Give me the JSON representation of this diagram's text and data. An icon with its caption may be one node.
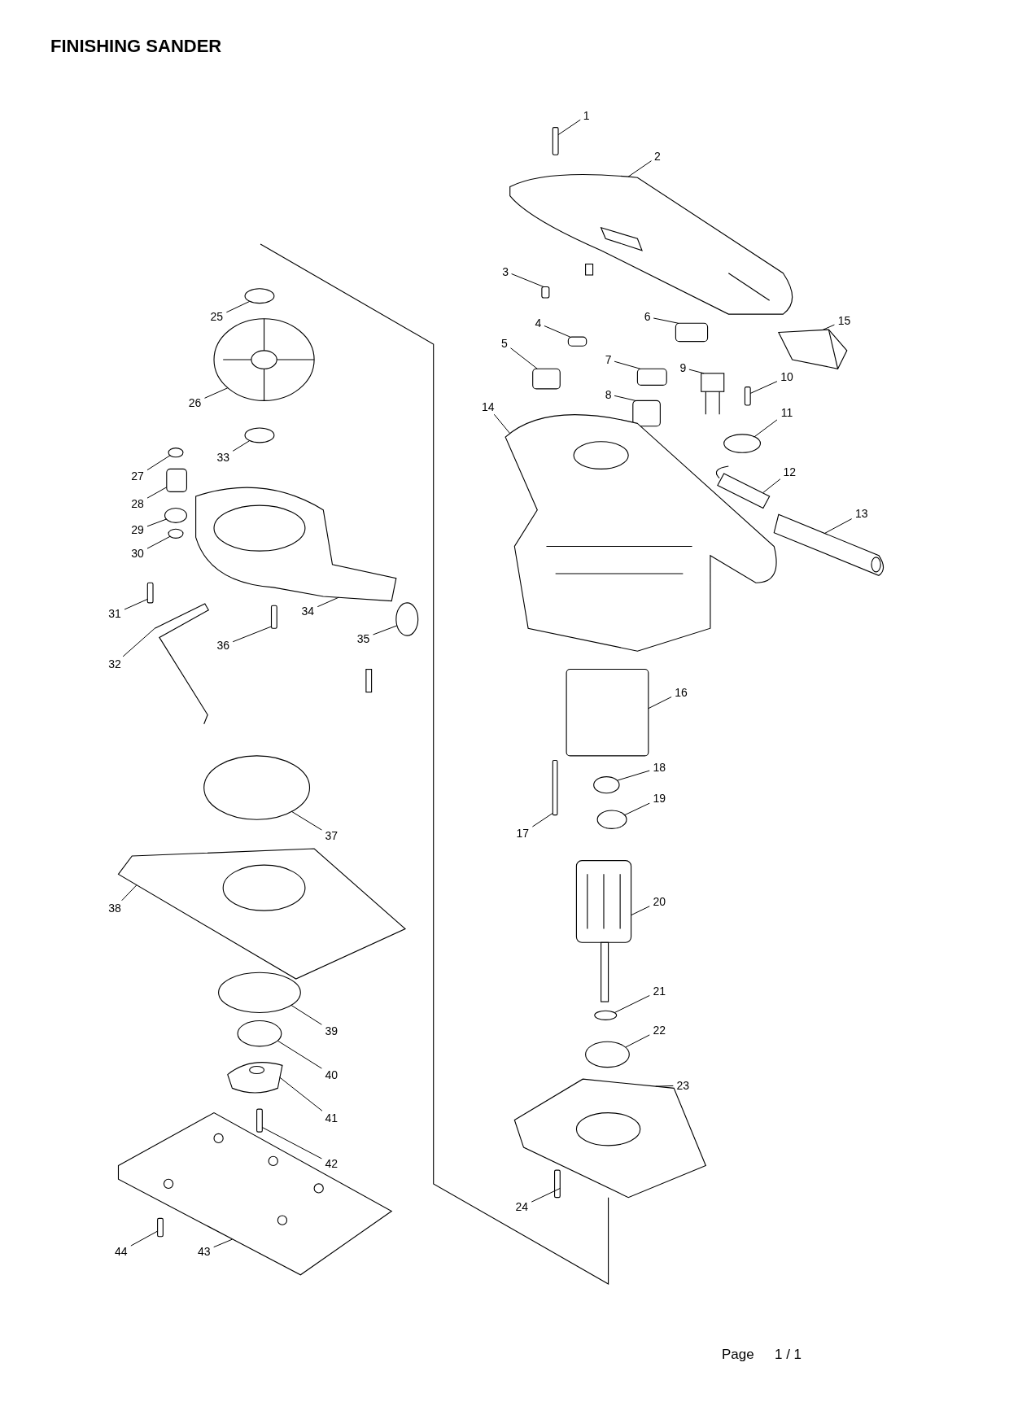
{
  "diagram": {
    "title": "FINISHING SANDER",
    "nodes": [
      {
        "text": [
          "1"
        ]
      },
      {
        "text": [
          "2"
        ]
      },
      {
        "text": [
          "3"
        ]
      },
      {
        "text": [
          "4"
        ]
      },
      {
        "text": [
          "5"
        ]
      },
      {
        "text": [
          "6"
        ]
      },
      {
        "text": [
          "7"
        ]
      },
      {
        "text": [
          "8"
        ]
      },
      {
        "text": [
          "9"
        ]
      },
      {
        "text": [
          "10"
        ]
      },
      {
        "text": [
          "11"
        ]
      },
      {
        "text": [
          "12"
        ]
      },
      {
        "text": [
          "13"
        ]
      },
      {
        "text": [
          "14"
        ]
      },
      {
        "text": [
          "15"
        ]
      },
      {
        "text": [
          "16"
        ]
      },
      {
        "text": [
          "17"
        ]
      },
      {
        "text": [
          "18"
        ]
      },
      {
        "text": [
          "19"
        ]
      },
      {
        "text": [
          "20"
        ]
      },
      {
        "text": [
          "21"
        ]
      },
      {
        "text": [
          "22"
        ]
      },
      {
        "text": [
          "23"
        ]
      },
      {
        "text": [
          "24"
        ]
      },
      {
        "text": [
          "25"
        ]
      },
      {
        "text": [
          "26"
        ]
      },
      {
        "text": [
          "27"
        ]
      },
      {
        "text": [
          "28"
        ]
      },
      {
        "text": [
          "29"
        ]
      },
      {
        "text": [
          "30"
        ]
      },
      {
        "text": [
          "31"
        ]
      },
      {
        "text": [
          "32"
        ]
      },
      {
        "text": [
          "33"
        ]
      },
      {
        "text": [
          "34"
        ]
      },
      {
        "text": [
          "35"
        ]
      },
      {
        "text": [
          "36"
        ]
      },
      {
        "text": [
          "37"
        ]
      },
      {
        "text": [
          "38"
        ]
      },
      {
        "text": [
          "39"
        ]
      },
      {
        "text": [
          "40"
        ]
      },
      {
        "text": [
          "41"
        ]
      },
      {
        "text": [
          "42"
        ]
      },
      {
        "text": [
          "43"
        ]
      },
      {
        "text": [
          "44"
        ]
      },
      {
        "text": [],
        "shape": "box"
      },
      {
        "text": [],
        "shape": "picture"
      },
      {
        "text": [],
        "shape": "box"
      },
      {
        "text": [],
        "shape": "box"
      },
      {
        "text": [],
        "shape": "box"
      },
      {
        "text": [],
        "shape": "box"
      },
      {
        "text": [],
        "shape": "box"
      },
      {
        "text": [],
        "shape": "box"
      },
      {
        "text": [],
        "shape": "picture"
      },
      {
        "text": [],
        "shape": "box"
      },
      {
        "text": [],
        "shape": "circle"
      },
      {
        "text": [],
        "shape": "picture"
      },
      {
        "text": [],
        "shape": "picture"
      },
      {
        "text": [],
        "shape": "picture"
      },
      {
        "text": [],
        "shape": "picture"
      },
      {
        "text": [],
        "shape": "box"
      },
      {
        "text": [],
        "shape": "box"
      },
      {
        "text": [],
        "shape": "circle"
      },
      {
        "text": [],
        "shape": "circle"
      },
      {
        "text": [],
        "shape": "picture"
      },
      {
        "text": [],
        "shape": "circle"
      },
      {
        "text": [],
        "shape": "circle"
      },
      {
        "text": [],
        "shape": "picture"
      },
      {
        "text": [],
        "shape": "box"
      },
      {
        "text": [],
        "shape": "circle"
      },
      {
        "text": [],
        "shape": "picture"
      },
      {
        "text": [],
        "shape": "circle"
      },
      {
        "text": [],
        "shape": "box"
      },
      {
        "text": [],
        "shape": "circle"
      },
      {
        "text": [],
        "shape": "circle"
      },
      {
        "text": [],
        "shape": "box"
      },
      {
        "text": [],
        "shape": "picture"
      },
      {
        "text": [],
        "shape": "circle"
      },
      {
        "text": [],
        "shape": "picture"
      },
      {
        "text": [],
        "shape": "circle"
      },
      {
        "text": [],
        "shape": "box"
      },
      {
        "text": [],
        "shape": "circle"
      },
      {
        "text": [],
        "shape": "picture"
      },
      {
        "text": [],
        "shape": "circle"
      },
      {
        "text": [],
        "shape": "circle"
      },
      {
        "text": [],
        "shape": "picture"
      },
      {
        "text": [],
        "shape": "box"
      },
      {
        "text": [],
        "shape": "picture"
      },
      {
        "text": [],
        "shape": "box"
      }
    ],
    "edges": [
      {
        "from": 0,
        "to": 44,
        "arrow": "none"
      },
      {
        "from": 1,
        "to": 45,
        "arrow": "none"
      },
      {
        "from": 2,
        "to": 46,
        "arrow": "none"
      },
      {
        "from": 3,
        "to": 47,
        "arrow": "none"
      },
      {
        "from": 4,
        "to": 48,
        "arrow": "none"
      },
      {
        "from": 5,
        "to": 49,
        "arrow": "none"
      },
      {
        "from": 6,
        "to": 50,
        "arrow": "none"
      },
      {
        "from": 7,
        "to": 51,
        "arrow": "none"
      },
      {
        "from": 8,
        "to": 52,
        "arrow": "none"
      },
      {
        "from": 9,
        "to": 53,
        "arrow": "none"
      },
      {
        "from": 10,
        "to": 54,
        "arrow": "none"
      },
      {
        "from": 11,
        "to": 55,
        "arrow": "none"
      },
      {
        "from": 12,
        "to": 56,
        "arrow": "none"
      },
      {
        "from": 13,
        "to": 57,
        "arrow": "none"
      },
      {
        "from": 14,
        "to": 58,
        "arrow": "none"
      },
      {
        "from": 15,
        "to": 59,
        "arrow": "none"
      },
      {
        "from": 16,
        "to": 60,
        "arrow": "none"
      },
      {
        "from": 17,
        "to": 61,
        "arrow": "none"
      },
      {
        "from": 18,
        "to": 62,
        "arrow": "none"
      },
      {
        "from": 19,
        "to": 63,
        "arrow": "none"
      },
      {
        "from": 20,
        "to": 64,
        "arrow": "none"
      },
      {
        "from": 21,
        "to": 65,
        "arrow": "none"
      },
      {
        "from": 22,
        "to": 66,
        "arrow": "none"
      },
      {
        "from": 23,
        "to": 67,
        "arrow": "none"
      },
      {
        "from": 24,
        "to": 68,
        "arrow": "none"
      },
      {
        "from": 25,
        "to": 69,
        "arrow": "none"
      },
      {
        "from": 26,
        "to": 70,
        "arrow": "none"
      },
      {
        "from": 27,
        "to": 71,
        "arrow": "none"
      },
      {
        "from": 28,
        "to": 72,
        "arrow": "none"
      },
      {
        "from": 29,
        "to": 73,
        "arrow": "none"
      },
      {
        "from": 30,
        "to": 74,
        "arrow": "none"
      },
      {
        "from": 31,
        "to": 75,
        "arrow": "none"
      },
      {
        "from": 32,
        "to": 76,
        "arrow": "none"
      },
      {
        "from": 33,
        "to": 77,
        "arrow": "none"
      },
      {
        "from": 34,
        "to": 78,
        "arrow": "none"
      },
      {
        "from": 35,
        "to": 79,
        "arrow": "none"
      },
      {
        "from": 36,
        "to": 80,
        "arrow": "none"
      },
      {
        "from": 37,
        "to": 81,
        "arrow": "none"
      },
      {
        "from": 38,
        "to": 82,
        "arrow": "none"
      },
      {
        "from": 39,
        "to": 83,
        "arrow": "none"
      },
      {
        "from": 40,
        "to": 84,
        "arrow": "none"
      },
      {
        "from": 41,
        "to": 85,
        "arrow": "none"
      },
      {
        "from": 42,
        "to": 86,
        "arrow": "none"
      },
      {
        "from": 43,
        "to": 87,
        "arrow": "none"
      }
    ],
    "labels": [
      "Page",
      "1 / 1"
    ]
  }
}
